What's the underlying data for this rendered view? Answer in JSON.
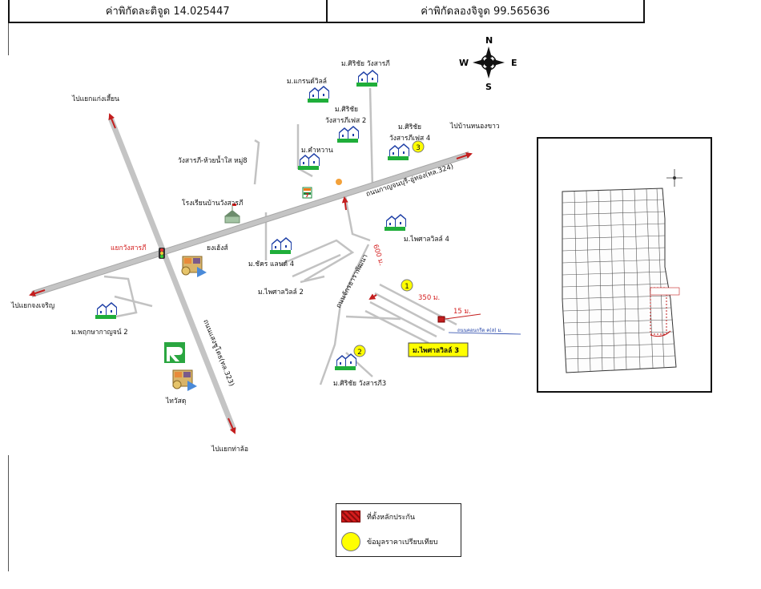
{
  "coordinates": {
    "latitude_label": "ค่าพิกัดละติจูด 14.025447",
    "longitude_label": "ค่าพิกัดลองจิจูด 99.565636"
  },
  "compass": {
    "n": "N",
    "s": "S",
    "e": "E",
    "w": "W"
  },
  "map_labels": {
    "to_kaeng_sian": "ไปแยกแก่งเสี้ยน",
    "to_chong_charoen": "ไปแยกจงเจริญ",
    "to_tha_lo": "ไปแยกท่าล้อ",
    "to_ban_nong_khao": "ไปบ้านหนองขาว",
    "wang_sarapi_junction": "แยกวังสารภี",
    "yongheng": "ยงเฮ้งส์",
    "thaiwatsadu": "ไทวัสดุ",
    "road_kanchanaburi_uthong": "ถนนกาญจนบุรี-อู่ทอง(ทล.324)",
    "road_saengchuto": "ถนนแสงชูโตธ(ทล.323)",
    "road_chaktharaphatthana": "ถนนจักรธาราพัฒนา",
    "wang_sarapi_huai_nam_sai": "วังสารภี-ห้วยน้ำใส หมู่8",
    "school": "โรงเรียนบ้านวังสารภี",
    "m_grand_ville": "ม.แกรนด์วิลล์",
    "m_sirichai_wangsarapi": "ม.ศิริชัย วังสารภี",
    "m_sirichai_phase2_a": "ม.ศิริชัย",
    "m_sirichai_phase2_b": "วังสารภีเฟส 2",
    "m_sirichai_phase4_a": "ม.ศิริชัย",
    "m_sirichai_phase4_b": "วังสารภีเฟส 4",
    "m_kamwan": "ม.คำหวาน",
    "m_phaisan_ville4": "ม.ไพศาลวิลล์ 4",
    "m_chakon_land4": "ม.ชัคร แลนด์ 4",
    "m_phaisan_ville2": "ม.ไพศาลวิลล์ 2",
    "m_phruksa_kanchana2": "ม.พฤกษากาญจน์ 2",
    "m_sirichai_wangsarapi3": "ม.ศิริชัย วังสารภี3",
    "m_phaisan_ville3": "ม.ไพศาลวิลล์ 3",
    "dist_600": "600 ม.",
    "dist_350": "350 ม.",
    "dist_15": "15 ม.",
    "local_road": "ถนนคอนกรีต ค(ส) ม.",
    "marker_1": "1",
    "marker_2": "2",
    "marker_3": "3"
  },
  "legend": {
    "collateral_location": "ที่ตั้งหลักประกัน",
    "comparable_price_data": "ข้อมูลราคาเปรียบเทียบ"
  },
  "colors": {
    "road_gray": "#c2c2c2",
    "arrow_red": "#c41e1e",
    "house_green": "#1fae3a",
    "marker_yellow": "#ffff00",
    "label_red": "#d42020"
  }
}
